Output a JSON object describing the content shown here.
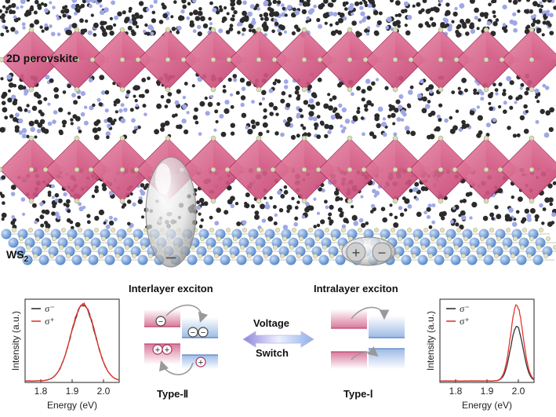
{
  "structure": {
    "top_label": "2D perovskite",
    "bottom_label_main": "WS",
    "bottom_label_sub": "2"
  },
  "center": {
    "interlayer_title": "Interlayer exciton",
    "intralayer_title": "Intralayer exciton",
    "switch_top": "Voltage",
    "switch_bottom": "Switch",
    "type_left": "Type-Ⅱ",
    "type_right": "Type-Ⅰ",
    "minus": "−",
    "plus": "+"
  },
  "colors": {
    "perovskite_pink": "#d65a86",
    "ws2_blue": "#7fa6dc",
    "sigma_minus": "#333333",
    "sigma_plus": "#e8352e"
  },
  "chart_data": [
    {
      "type": "line",
      "xlabel": "Energy (eV)",
      "ylabel": "Intensity (a.u.)",
      "xlim": [
        1.75,
        2.05
      ],
      "ylim": [
        0,
        1.1
      ],
      "xticks": [
        "1.8",
        "1.9",
        "2.0"
      ],
      "series": [
        {
          "name": "σ⁻",
          "color": "#333333",
          "center": 1.935,
          "width": 0.055,
          "peak": 1.0
        },
        {
          "name": "σ⁺",
          "color": "#e8352e",
          "center": 1.935,
          "width": 0.055,
          "peak": 1.02
        }
      ]
    },
    {
      "type": "line",
      "xlabel": "Energy (eV)",
      "ylabel": "Intensity (a.u.)",
      "xlim": [
        1.75,
        2.05
      ],
      "ylim": [
        0,
        1.1
      ],
      "xticks": [
        "1.8",
        "1.9",
        "2.0"
      ],
      "series": [
        {
          "name": "σ⁻",
          "color": "#333333",
          "center": 1.995,
          "width": 0.028,
          "peak": 0.72
        },
        {
          "name": "σ⁺",
          "color": "#e8352e",
          "center": 1.995,
          "width": 0.028,
          "peak": 1.0
        }
      ]
    }
  ]
}
